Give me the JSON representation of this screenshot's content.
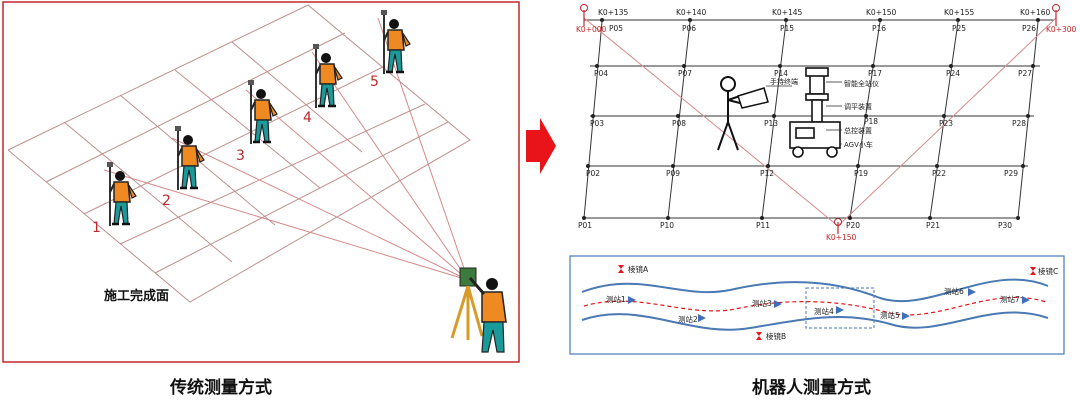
{
  "left_panel": {
    "caption": "传统测量方式",
    "surface_label": "施工完成面",
    "point_labels": [
      "1",
      "2",
      "3",
      "4",
      "5"
    ]
  },
  "right_panel": {
    "caption": "机器人测量方式",
    "grid": {
      "top_chainages": [
        "K0+135",
        "K0+140",
        "K0+145",
        "K0+150",
        "K0+155",
        "K0+160"
      ],
      "end_markers": [
        "K0+000",
        "K0+300"
      ],
      "bottom_marker": "K0+150",
      "points": [
        "P05",
        "P06",
        "P15",
        "P16",
        "P25",
        "P26",
        "P04",
        "P07",
        "P14",
        "P17",
        "P24",
        "P27",
        "P03",
        "P08",
        "P13",
        "P18",
        "P23",
        "P28",
        "P02",
        "P09",
        "P12",
        "P19",
        "P22",
        "P29",
        "P01",
        "P10",
        "P11",
        "P20",
        "P21",
        "P30"
      ],
      "equipment_labels": [
        "手持终端",
        "智能全站仪",
        "调平装置",
        "总控装置",
        "AGV小车"
      ]
    },
    "tunnel": {
      "prisms": [
        "棱镜A",
        "棱镜B",
        "棱镜C"
      ],
      "stations": [
        "测站1",
        "测站2",
        "测站3",
        "测站4",
        "测站5",
        "测站6",
        "测站7"
      ]
    }
  },
  "colors": {
    "red": "#c0282c",
    "frame": "#c0282c",
    "tunnel": "#4a79b3",
    "arrow": "#e8141a",
    "line": "#222222"
  }
}
